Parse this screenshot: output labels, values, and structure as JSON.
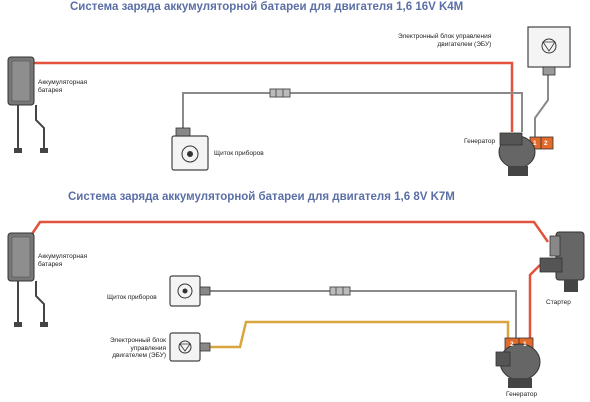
{
  "diagram1": {
    "title": "Система заряда аккумуляторной батареи для двигателя 1,6 16V K4M",
    "battery_label": [
      "Аккумуляторная",
      "батарея"
    ],
    "ecu_label": [
      "Электронный блок управления",
      "двигателем (ЭБУ)"
    ],
    "dashboard_label": "Щиток приборов",
    "generator_label": "Генератор",
    "pins": [
      "1",
      "2"
    ]
  },
  "diagram2": {
    "title": "Система заряда аккумуляторной батареи для двигателя 1,6 8V K7M",
    "battery_label": [
      "Аккумуляторная",
      "батарея"
    ],
    "starter_label": "Стартер",
    "dashboard_label": "Щиток приборов",
    "ecu_label": [
      "Электронный блок",
      "управления",
      "двигателем (ЭБУ)"
    ],
    "generator_label": "Генератор",
    "pins": [
      "2",
      "1"
    ]
  },
  "colors": {
    "power_wire": "#e2523c",
    "signal_wire": "#8a8a8a",
    "ecu_wire": "#d9a63e",
    "title": "#5b6fa6",
    "component": "#555555"
  }
}
